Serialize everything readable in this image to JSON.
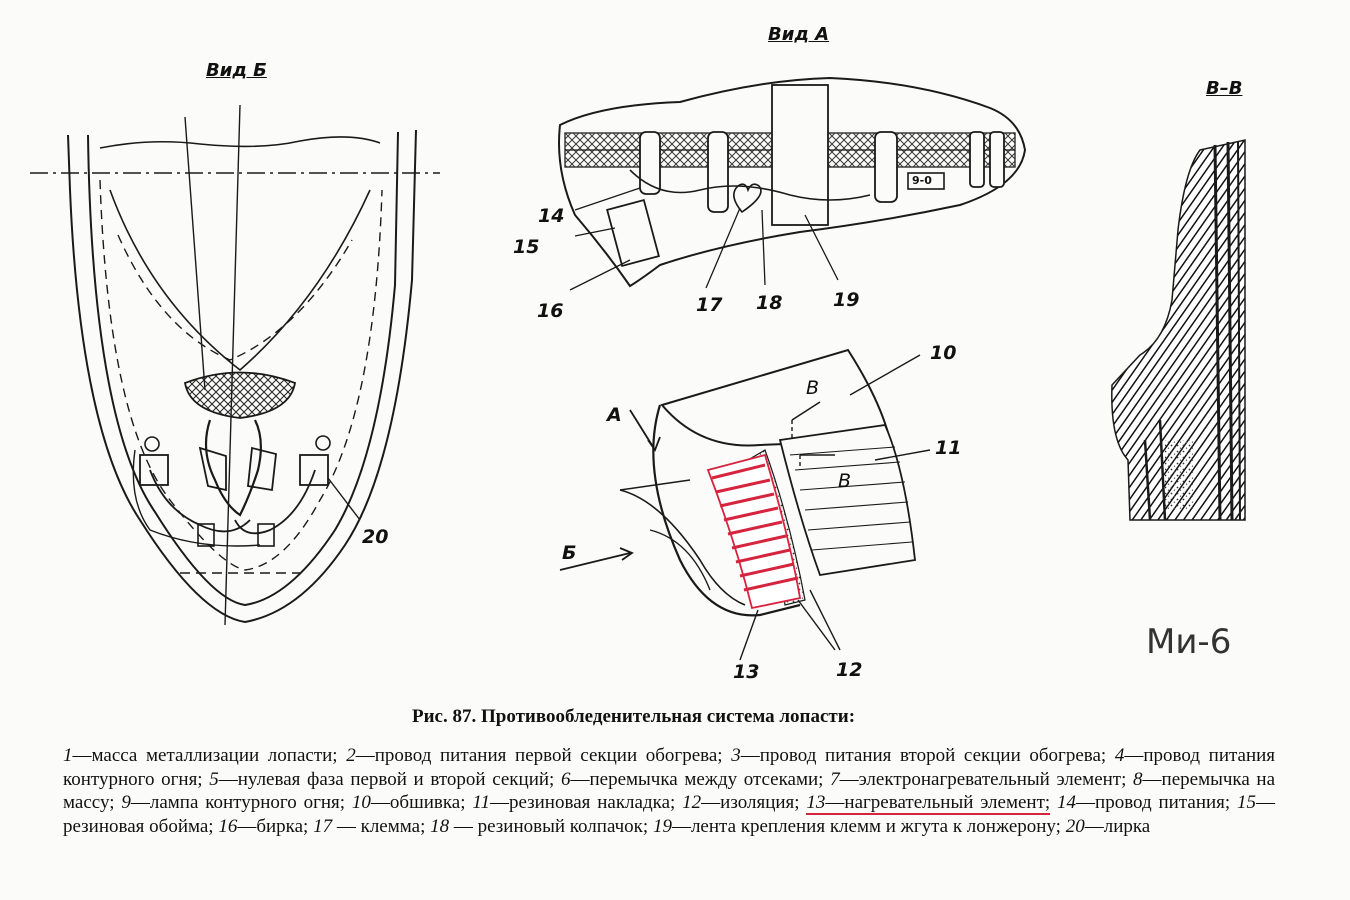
{
  "views": {
    "view_b": "Вид Б",
    "view_a": "Вид А",
    "section": "В–В"
  },
  "callouts": {
    "n10": "10",
    "n11": "11",
    "n12": "12",
    "n13": "13",
    "n14": "14",
    "n15": "15",
    "n16": "16",
    "n17": "17",
    "n18": "18",
    "n19": "19",
    "n20": "20",
    "arrow_a": "А",
    "arrow_b": "Б",
    "arrow_v1": "В",
    "arrow_v2": "В"
  },
  "tag_text": "9-0",
  "watermark": "Ми-6",
  "caption": {
    "title": "Рис. 87. Противообледенительная система лопасти:",
    "legend": [
      {
        "num": "1",
        "text": "—масса металлизации лопасти;"
      },
      {
        "num": "2",
        "text": "—провод питания первой секции обогрева;"
      },
      {
        "num": "3",
        "text": "—провод питания второй секции обогрева;"
      },
      {
        "num": "4",
        "text": "—провод питания контурного огня;"
      },
      {
        "num": "5",
        "text": "—нулевая фаза первой и второй секций;"
      },
      {
        "num": "6",
        "text": "—перемычка между отсеками;"
      },
      {
        "num": "7",
        "text": "—электронагревательный элемент;"
      },
      {
        "num": "8",
        "text": "—перемычка на массу;"
      },
      {
        "num": "9",
        "text": "—лампа контурного огня;"
      },
      {
        "num": "10",
        "text": "—обшивка;"
      },
      {
        "num": "11",
        "text": "—резиновая накладка;"
      },
      {
        "num": "12",
        "text": "—изоляция;"
      },
      {
        "num": "13",
        "text": "—нагревательный элемент;",
        "highlight": true
      },
      {
        "num": "14",
        "text": "—провод питания;"
      },
      {
        "num": "15",
        "text": "—резиновая обойма;"
      },
      {
        "num": "16",
        "text": "—бирка;"
      },
      {
        "num": "17",
        "text": " — клемма;"
      },
      {
        "num": "18",
        "text": " — резиновый колпачок;"
      },
      {
        "num": "19",
        "text": "—лента крепления клемм и жгута к лонжерону;"
      },
      {
        "num": "20",
        "text": "—лирка"
      }
    ]
  },
  "colors": {
    "ink": "#1a1a1a",
    "heater_red": "#d6243f",
    "paper": "#fbfbfa"
  }
}
